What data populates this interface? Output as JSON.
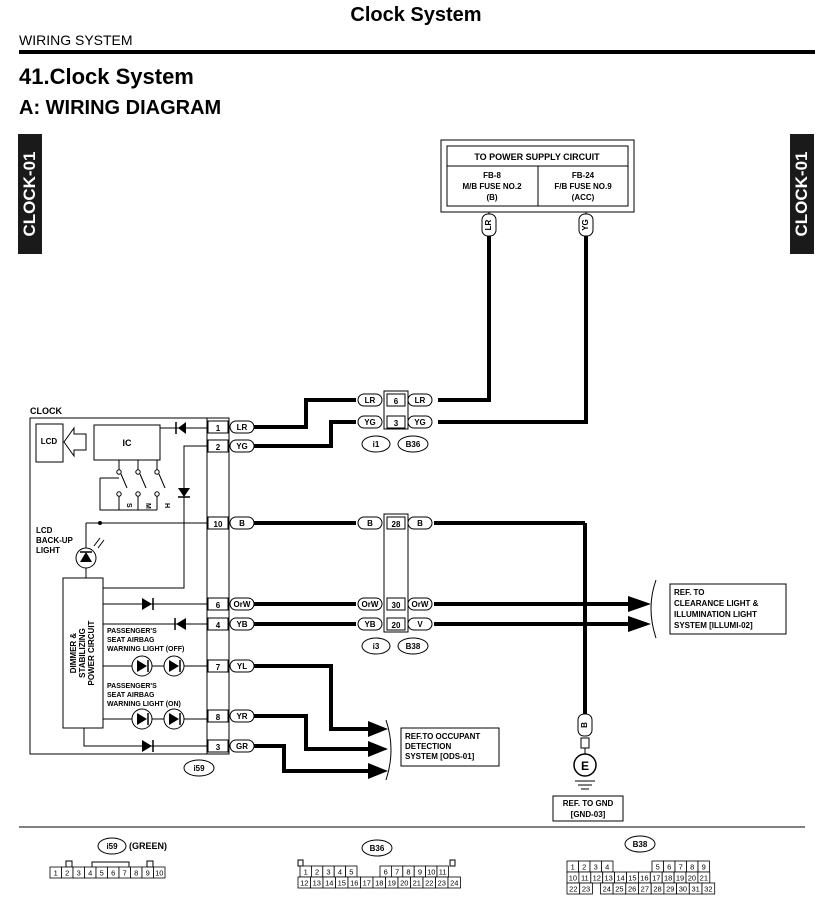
{
  "header": {
    "page_title": "Clock System",
    "section": "WIRING SYSTEM",
    "chapter": "41.Clock System",
    "subchapter": "A:  WIRING DIAGRAM",
    "tab_left": "CLOCK-01",
    "tab_right": "CLOCK-01"
  },
  "power_box": {
    "title": "TO POWER SUPPLY CIRCUIT",
    "left": [
      "FB-8",
      "M/B FUSE NO.2",
      "(B)"
    ],
    "right": [
      "FB-24",
      "F/B FUSE NO.9",
      "(ACC)"
    ]
  },
  "clock": {
    "title": "CLOCK",
    "lcd": "LCD",
    "ic": "IC",
    "switch_labels": [
      "S",
      "M",
      "H"
    ],
    "backup_light": [
      "LCD",
      "BACK-UP",
      "LIGHT"
    ],
    "dimmer": [
      "DIMMER &",
      "STABILIZING",
      "POWER CIRCUIT"
    ],
    "airbag_off": [
      "PASSENGER'S",
      "SEAT AIRBAG",
      "WARNING LIGHT (OFF)"
    ],
    "airbag_on": [
      "PASSENGER'S",
      "SEAT AIRBAG",
      "WARNING LIGHT (ON)"
    ]
  },
  "connector_i59": {
    "pins": [
      {
        "pin": "1",
        "wire": "LR"
      },
      {
        "pin": "2",
        "wire": "YG"
      },
      {
        "pin": "10",
        "wire": "B"
      },
      {
        "pin": "6",
        "wire": "OrW"
      },
      {
        "pin": "4",
        "wire": "YB"
      },
      {
        "pin": "7",
        "wire": "YL"
      },
      {
        "pin": "8",
        "wire": "YR"
      },
      {
        "pin": "3",
        "wire": "GR"
      }
    ],
    "name": "i59"
  },
  "joint_top": {
    "rows": [
      {
        "left": "LR",
        "pin": "6",
        "right": "LR"
      },
      {
        "left": "YG",
        "pin": "3",
        "right": "YG"
      }
    ],
    "labels": [
      "i1",
      "B36"
    ]
  },
  "joint_bottom": {
    "rows": [
      {
        "left": "B",
        "pin": "28",
        "right": "B"
      },
      {
        "left": "OrW",
        "pin": "30",
        "right": "OrW"
      },
      {
        "left": "YB",
        "pin": "20",
        "right": "V"
      }
    ],
    "labels": [
      "i3",
      "B38"
    ]
  },
  "feed_wires": [
    "LR",
    "YG"
  ],
  "ground": {
    "wire": "B",
    "symbol": "E",
    "ref": [
      "REF. TO GND",
      "[GND-03]"
    ]
  },
  "ref_clearance": [
    "REF. TO",
    "CLEARANCE LIGHT &",
    "ILLUMINATION LIGHT",
    "SYSTEM [ILLUMI-02]"
  ],
  "ref_occupant": [
    "REF.TO OCCUPANT",
    "DETECTION",
    "SYSTEM [ODS-01]"
  ],
  "bottom_connectors": {
    "i59": {
      "label": "i59",
      "color_note": "(GREEN)",
      "rows": [
        [
          "1",
          "2",
          "3",
          "4",
          "5",
          "6",
          "7",
          "8",
          "9",
          "10"
        ]
      ]
    },
    "B36": {
      "label": "B36",
      "rows": [
        [
          "1",
          "2",
          "3",
          "4",
          "5",
          "6",
          "7",
          "8",
          "9",
          "10",
          "11"
        ],
        [
          "12",
          "13",
          "14",
          "15",
          "16",
          "17",
          "18",
          "19",
          "20",
          "21",
          "22",
          "23",
          "24"
        ]
      ]
    },
    "B38": {
      "label": "B38",
      "rows": [
        [
          "1",
          "2",
          "3",
          "4",
          "5",
          "6",
          "7",
          "8",
          "9"
        ],
        [
          "10",
          "11",
          "12",
          "13",
          "14",
          "15",
          "16",
          "17",
          "18",
          "19",
          "20",
          "21"
        ],
        [
          "22",
          "23",
          "24",
          "25",
          "26",
          "27",
          "28",
          "29",
          "30",
          "31",
          "32"
        ]
      ]
    }
  }
}
